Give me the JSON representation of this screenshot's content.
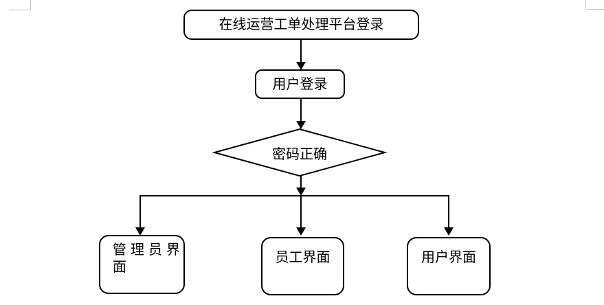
{
  "page": {
    "background": "#ffffff",
    "margin_mark_color": "#c0c0c0"
  },
  "diagram": {
    "stroke_color": "#000000",
    "shape_fill": "#ffffff",
    "text_color": "#000000",
    "nodes": {
      "title_node": {
        "label": "在线运营工单处理平台登录",
        "shape": "rounded-rectangle"
      },
      "login_node": {
        "label": "用户登录",
        "shape": "rounded-rectangle"
      },
      "decision_node": {
        "label": "密码正确",
        "shape": "diamond"
      },
      "admin_node": {
        "label": "管理员界面",
        "lines": [
          "管理员界",
          "面"
        ],
        "shape": "rounded-rectangle"
      },
      "staff_node": {
        "label": "员工界面",
        "shape": "rounded-rectangle"
      },
      "user_node": {
        "label": "用户界面",
        "shape": "rounded-rectangle"
      }
    },
    "edges": [
      {
        "from": "title_node",
        "to": "login_node"
      },
      {
        "from": "login_node",
        "to": "decision_node"
      },
      {
        "from": "decision_node",
        "to": "admin_node"
      },
      {
        "from": "decision_node",
        "to": "staff_node"
      },
      {
        "from": "decision_node",
        "to": "user_node"
      }
    ]
  }
}
